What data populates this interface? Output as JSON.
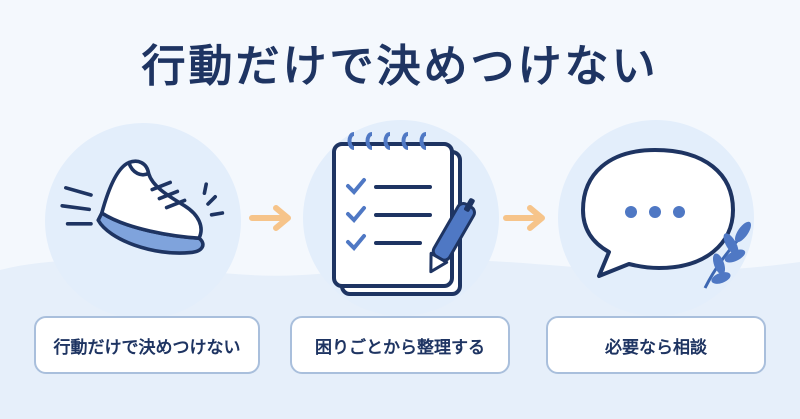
{
  "title": "行動だけで決めつけない",
  "steps": [
    {
      "label": "行動だけで決めつけない",
      "icon": "running-shoe-icon"
    },
    {
      "label": "困りごとから整理する",
      "icon": "checklist-notepad-icon"
    },
    {
      "label": "必要なら相談",
      "icon": "speech-bubble-icon"
    }
  ],
  "colors": {
    "navy": "#1e3462",
    "accent_blue": "#4f78c4",
    "arrow_orange": "#f6c48a",
    "circle_bg": "#e3eefb",
    "label_border": "#a9bfdc"
  }
}
